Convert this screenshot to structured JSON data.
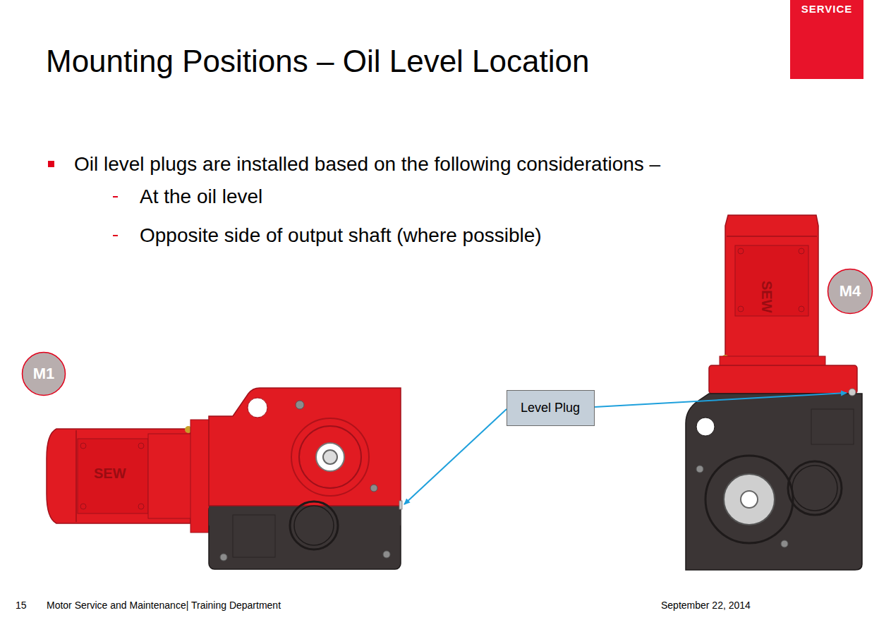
{
  "diagram": {
    "title": "Mounting Positions – Oil Level Location",
    "nodes": [
      {
        "text": [
          "SERVICE"
        ]
      },
      {
        "text": [
          "M4"
        ]
      },
      {
        "text": [
          "M1"
        ]
      },
      {
        "text": [
          "Level Plug"
        ]
      }
    ],
    "labels": [
      "Oil level plugs are installed based on the following considerations –",
      "At the oil level",
      "Opposite side of output shaft (where possible)",
      "SEW",
      "SEW",
      "15",
      "Motor Service and Maintenance| Training Department",
      "September 22, 2014"
    ]
  }
}
